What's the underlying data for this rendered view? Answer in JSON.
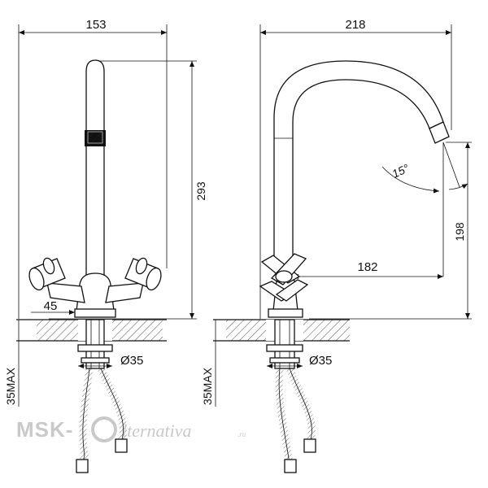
{
  "dimensions": {
    "left_width": "153",
    "left_height": "293",
    "left_base": "45",
    "left_diameter": "Ø35",
    "left_max": "35MAX",
    "right_width": "218",
    "right_height": "198",
    "right_reach": "182",
    "right_angle": "15°",
    "right_diameter": "Ø35",
    "right_max": "35MAX"
  },
  "watermark": {
    "brand_left": "MSK-",
    "brand_right": "lternativa",
    "suffix": ".ru"
  }
}
